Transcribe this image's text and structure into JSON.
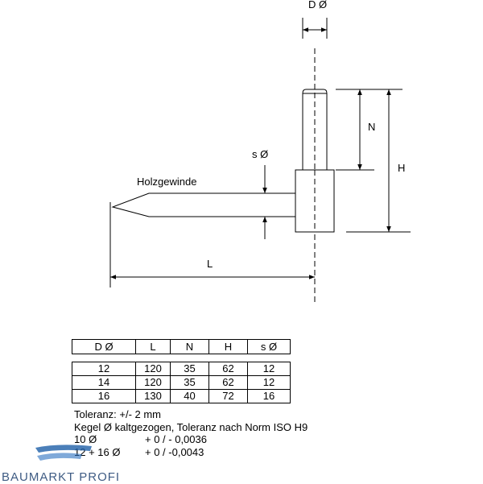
{
  "drawing": {
    "label_d": "D Ø",
    "label_n": "N",
    "label_h": "H",
    "label_s": "s Ø",
    "label_l": "L",
    "label_thread": "Holzgewinde"
  },
  "table": {
    "headers": [
      "D Ø",
      "L",
      "N",
      "H",
      "s Ø"
    ],
    "rows": [
      [
        "12",
        "120",
        "35",
        "62",
        "12"
      ],
      [
        "14",
        "120",
        "35",
        "62",
        "12"
      ],
      [
        "16",
        "130",
        "40",
        "72",
        "16"
      ]
    ]
  },
  "notes": {
    "tolerance": "Toleranz:  +/- 2 mm",
    "cone": "Kegel Ø  kaltgezogen, Toleranz nach Norm ISO H9",
    "row1_label": "10 Ø",
    "row1_value": "+ 0 / - 0,0036",
    "row2_label": "12 + 16 Ø",
    "row2_value": "+ 0 / -0,0043"
  },
  "watermark": "BAUMARKT PROFI",
  "colors": {
    "line": "#000000",
    "watermark": "#1d3f6e"
  }
}
